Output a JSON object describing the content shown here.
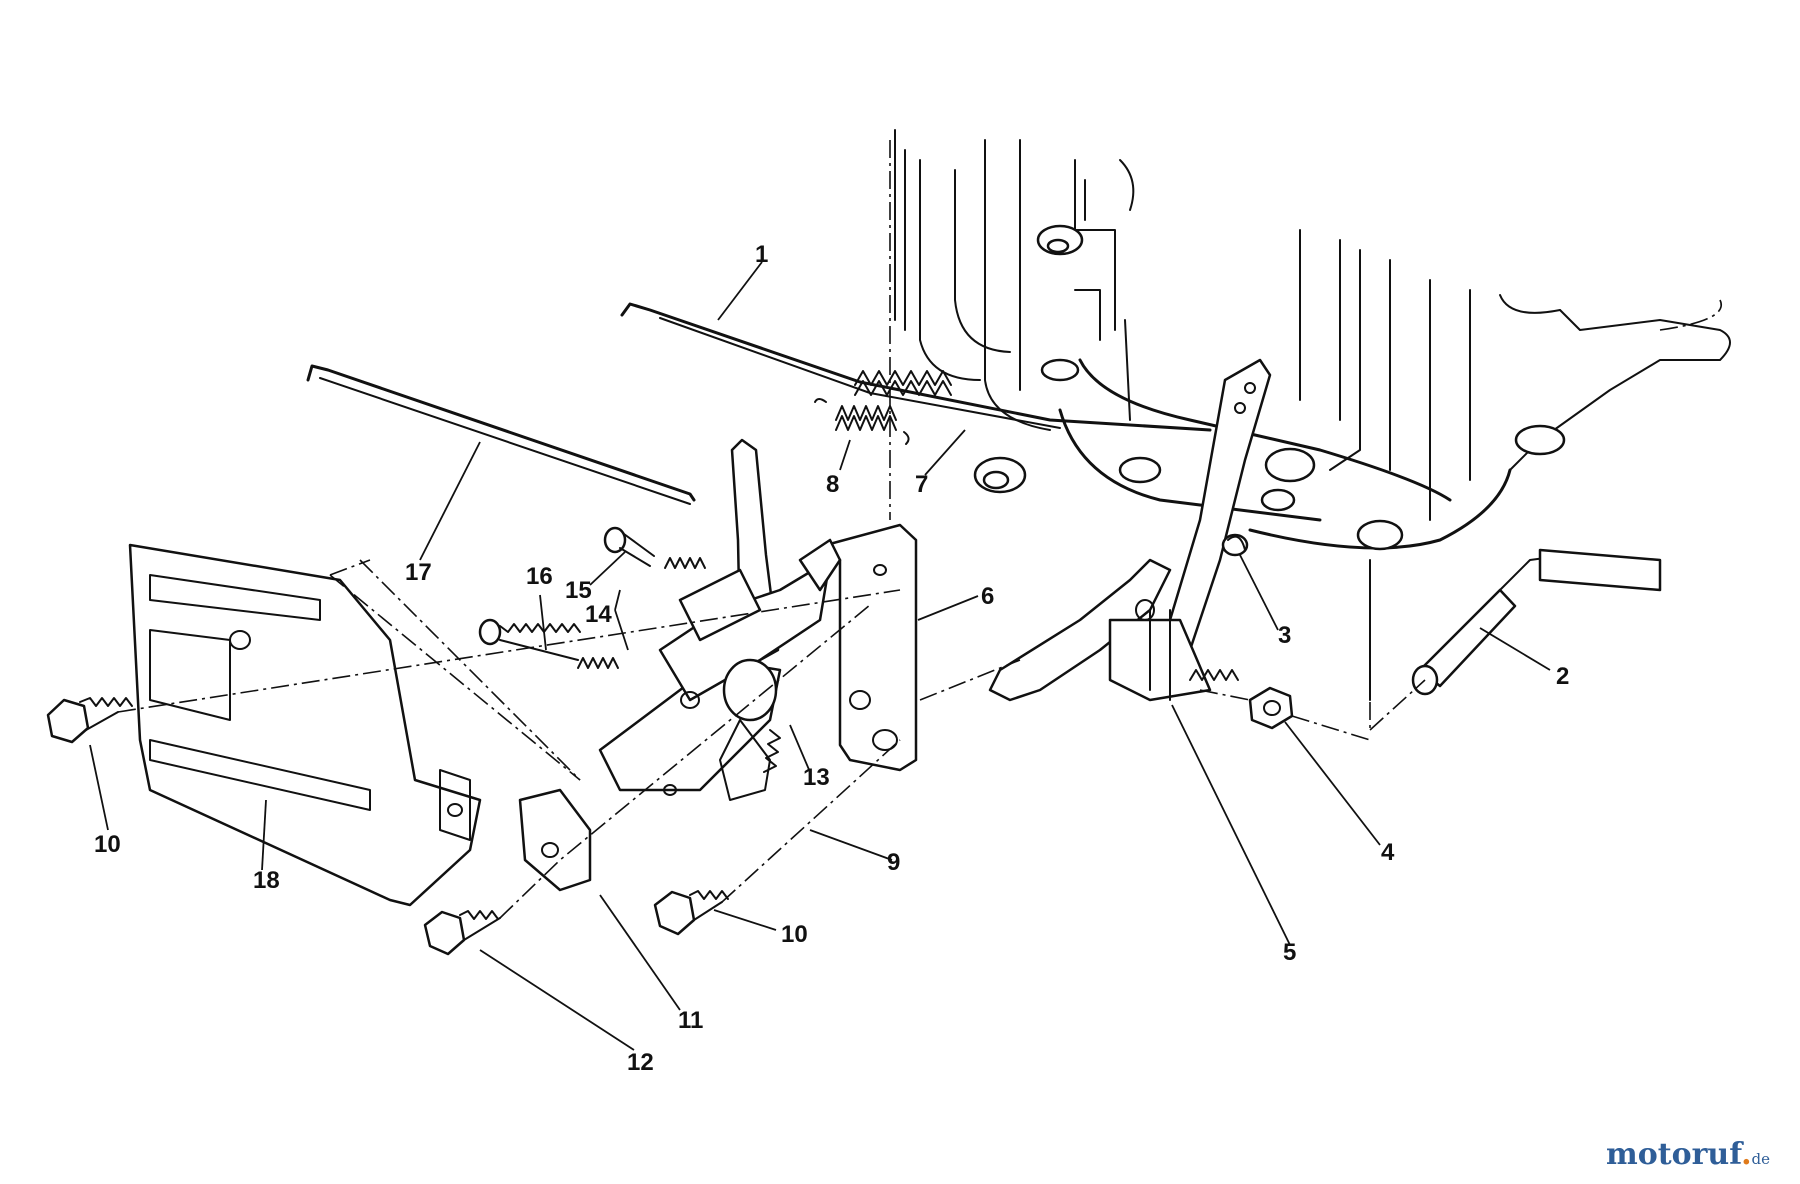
{
  "parts": [
    {
      "id": "callout-1",
      "label": "1"
    },
    {
      "id": "callout-2",
      "label": "2"
    },
    {
      "id": "callout-3",
      "label": "3"
    },
    {
      "id": "callout-4",
      "label": "4"
    },
    {
      "id": "callout-5",
      "label": "5"
    },
    {
      "id": "callout-6",
      "label": "6"
    },
    {
      "id": "callout-7",
      "label": "7"
    },
    {
      "id": "callout-8",
      "label": "8"
    },
    {
      "id": "callout-9",
      "label": "9"
    },
    {
      "id": "callout-10a",
      "label": "10"
    },
    {
      "id": "callout-10b",
      "label": "10"
    },
    {
      "id": "callout-11",
      "label": "11"
    },
    {
      "id": "callout-12",
      "label": "12"
    },
    {
      "id": "callout-13",
      "label": "13"
    },
    {
      "id": "callout-14",
      "label": "14"
    },
    {
      "id": "callout-15",
      "label": "15"
    },
    {
      "id": "callout-16",
      "label": "16"
    },
    {
      "id": "callout-17",
      "label": "17"
    },
    {
      "id": "callout-18",
      "label": "18"
    }
  ],
  "watermark": {
    "main": "motoruf",
    "dot": ".",
    "tld": "de"
  },
  "colors": {
    "line": "#111111",
    "background": "#ffffff",
    "watermark_blue": "#2f5e98",
    "watermark_orange": "#e07a1a"
  }
}
